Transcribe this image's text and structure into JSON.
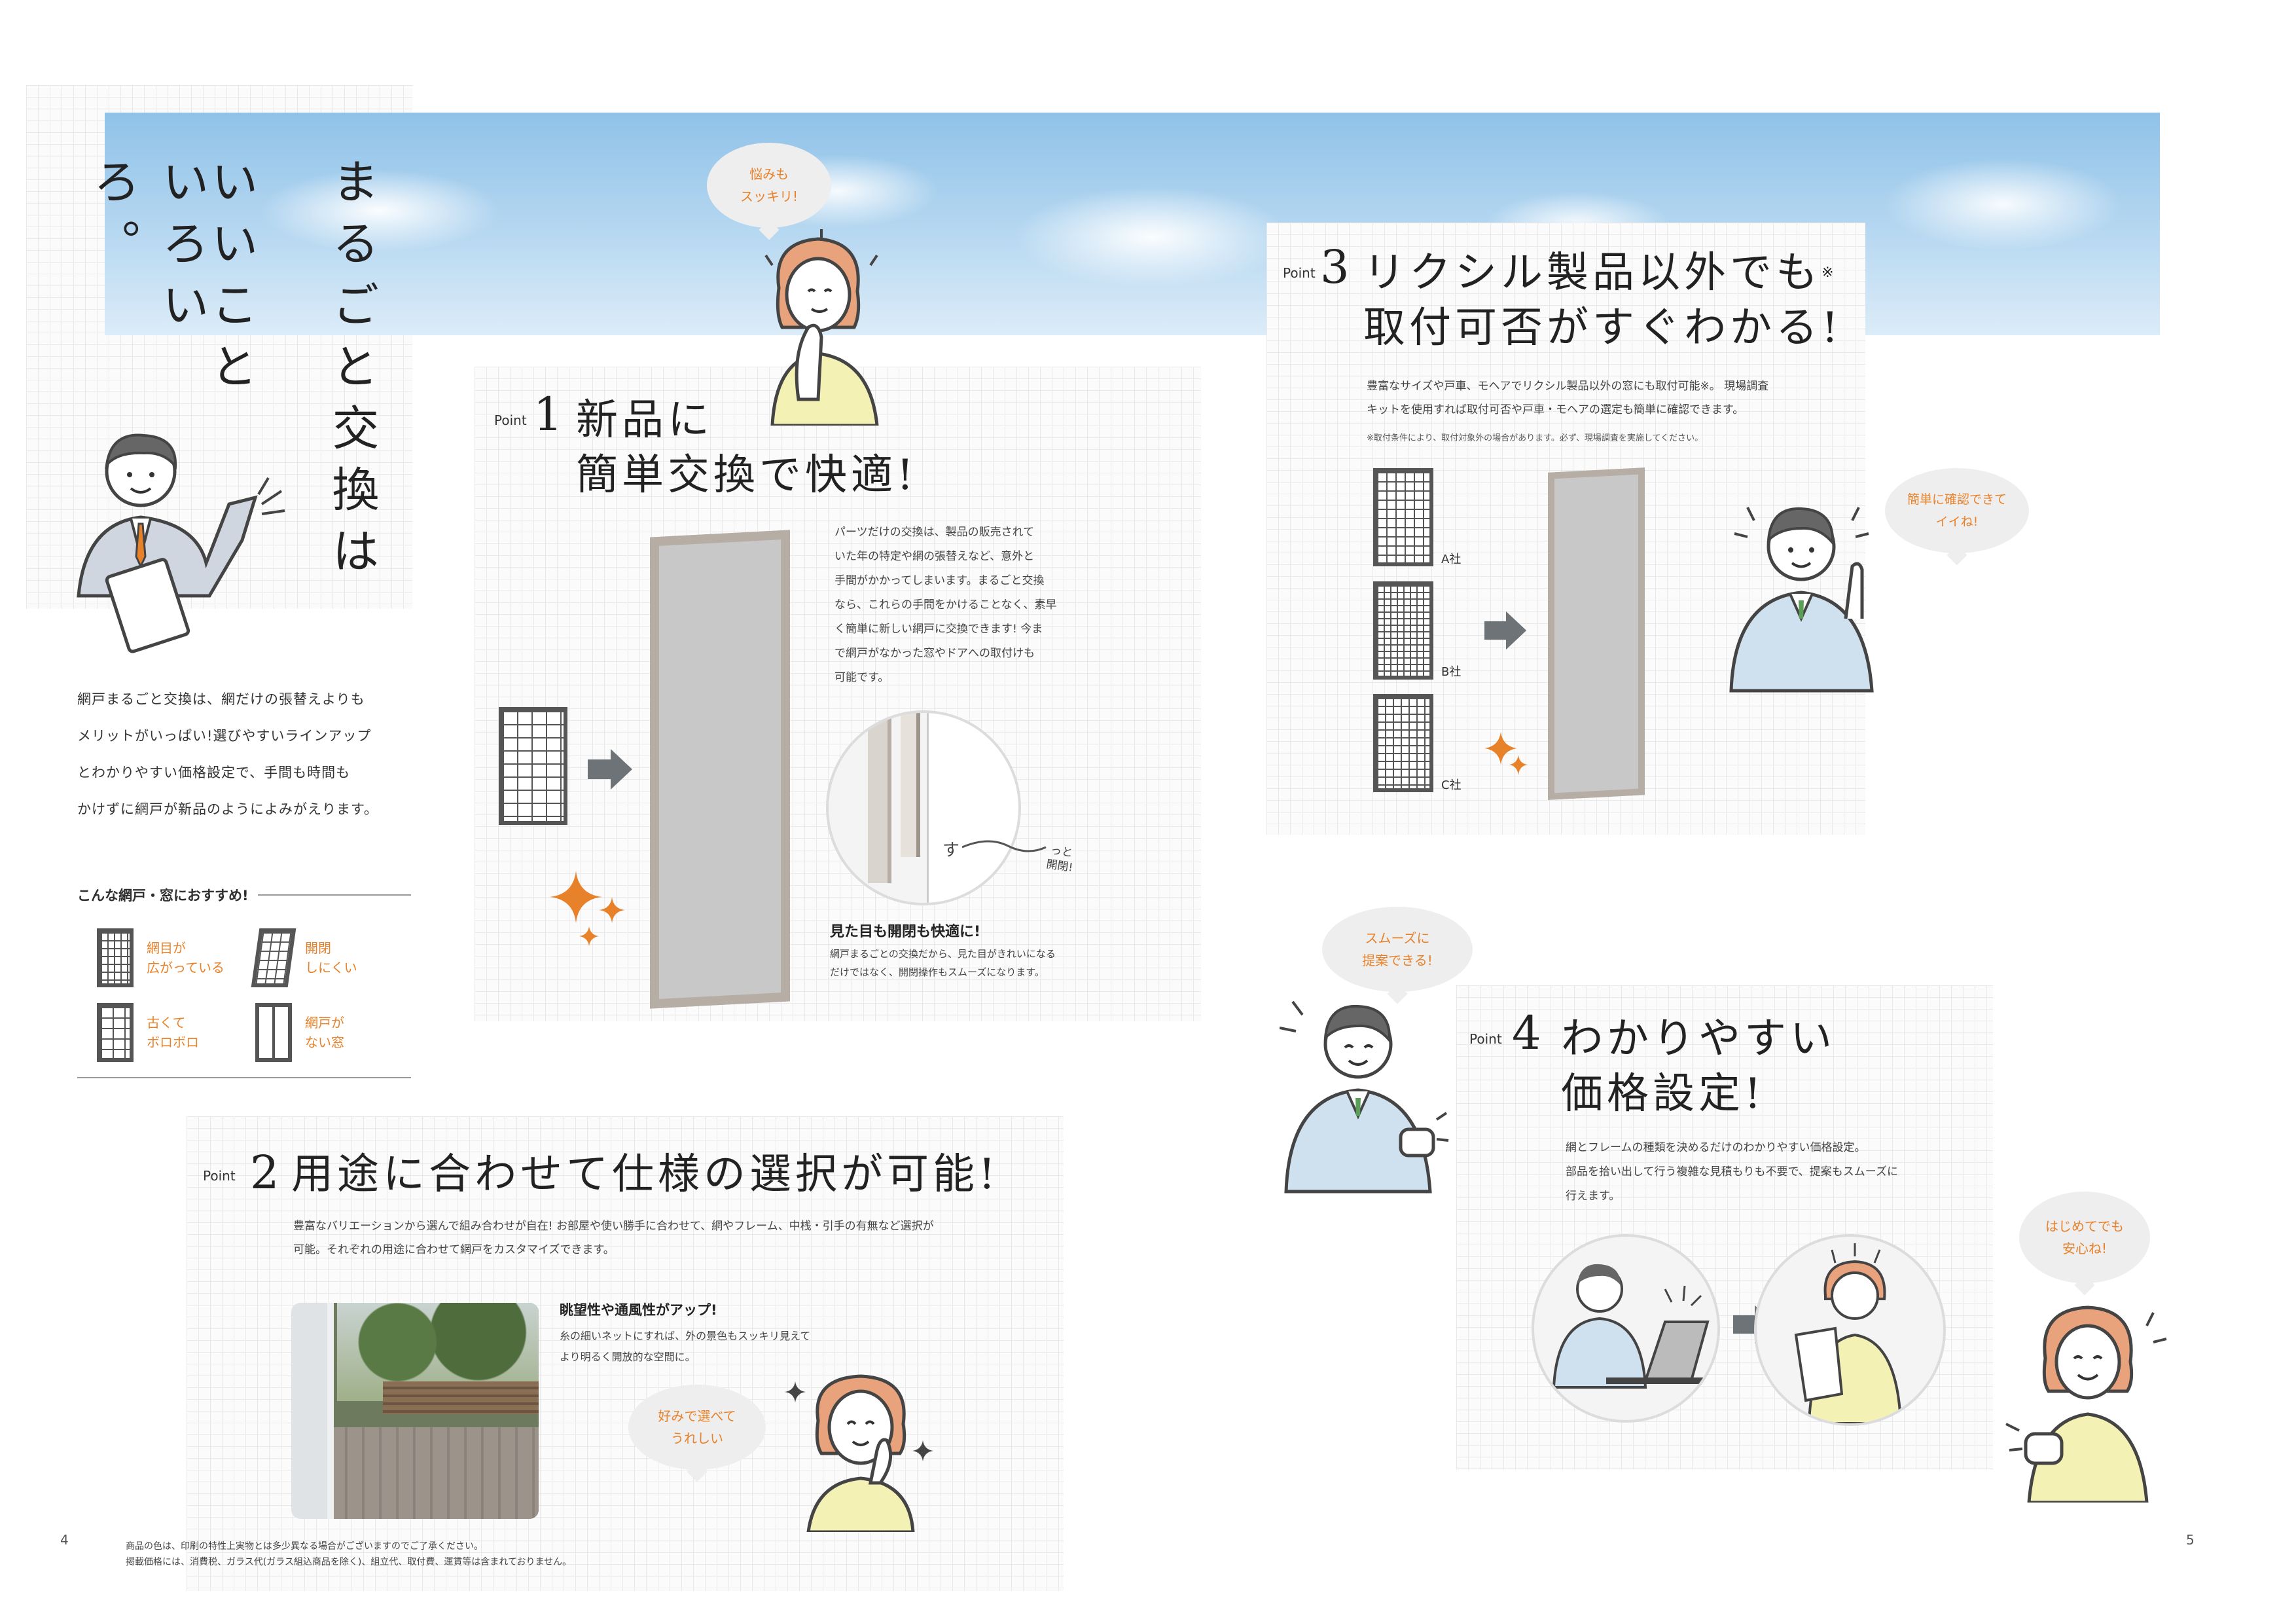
{
  "left": {
    "headline": [
      "まるごと交換は",
      "いいこと",
      "いろいろ。"
    ],
    "intro": [
      "網戸まるごと交換は、網だけの張替えよりも",
      "メリットがいっぱい!選びやすいラインアップ",
      "とわかりやすい価格設定で、手間も時間も",
      "かけずに網戸が新品のようによみがえります。"
    ],
    "reco_title": "こんな網戸・窓におすすめ!",
    "reco": [
      {
        "label": "網目が\n広がっている",
        "icon": "stretched-mesh-icon"
      },
      {
        "label": "開閉\nしにくい",
        "icon": "tilted-screen-icon"
      },
      {
        "label": "古くて\nボロボロ",
        "icon": "worn-screen-icon"
      },
      {
        "label": "網戸が\nない窓",
        "icon": "window-no-screen-icon"
      }
    ],
    "footnote": [
      "商品の色は、印刷の特性上実物とは多少異なる場合がございますのでご了承ください。",
      "掲載価格には、消費税、ガラス代(ガラス組込商品を除く)、組立代、取付費、運賃等は含まれておりません。"
    ],
    "page_no": "4"
  },
  "right_page_no": "5",
  "points": {
    "p1": {
      "label": "Point",
      "num": "1",
      "title": [
        "新品に",
        "簡単交換で快適!"
      ],
      "body": [
        "パーツだけの交換は、製品の販売されて",
        "いた年の特定や網の張替えなど、意外と",
        "手間がかかってしまいます。まるごと交換",
        "なら、これらの手間をかけることなく、素早",
        "く簡単に新しい網戸に交換できます! 今ま",
        "で網戸がなかった窓やドアへの取付けも",
        "可能です。"
      ],
      "bubble": "悩みも\nスッキリ!",
      "sub_title": "見た目も開閉も快適に!",
      "sub_body": [
        "網戸まるごとの交換だから、見た目がきれいになる",
        "だけではなく、開閉操作もスムーズになります。"
      ],
      "slide_a": "す",
      "slide_b": "っと\n開閉!"
    },
    "p2": {
      "label": "Point",
      "num": "2",
      "title": "用途に合わせて仕様の選択が可能!",
      "body": [
        "豊富なバリエーションから選んで組み合わせが自在! お部屋や使い勝手に合わせて、網やフレーム、中桟・引手の有無など選択が",
        "可能。それぞれの用途に合わせて網戸をカスタマイズできます。"
      ],
      "sub_title": "眺望性や通風性がアップ!",
      "sub_body": [
        "糸の細いネットにすれば、外の景色もスッキリ見えて",
        "より明るく開放的な空間に。"
      ],
      "bubble": "好みで選べて\nうれしい"
    },
    "p3": {
      "label": "Point",
      "num": "3",
      "title": [
        "リクシル製品以外でも",
        "取付可否がすぐわかる!"
      ],
      "mark": "※",
      "body": [
        "豊富なサイズや戸車、モヘアでリクシル製品以外の窓にも取付可能※。 現場調査",
        "キットを使用すれば取付可否や戸車・モヘアの選定も簡単に確認できます。"
      ],
      "note": "※取付条件により、取付対象外の場合があります。必ず、現場調査を実施してください。",
      "companies": [
        "A社",
        "B社",
        "C社"
      ],
      "bubble": "簡単に確認できて\nイイね!"
    },
    "p4": {
      "label": "Point",
      "num": "4",
      "title": [
        "わかりやすい",
        "価格設定!"
      ],
      "body": [
        "網とフレームの種類を決めるだけのわかりやすい価格設定。",
        "部品を拾い出して行う複雑な見積もりも不要で、提案もスムーズに",
        "行えます。"
      ],
      "bubble_a": "スムーズに\n提案できる!",
      "bubble_b": "はじめてでも\n安心ね!"
    }
  },
  "colors": {
    "accent": "#e8822a",
    "frame": "#b6ada4",
    "panel": "#c8c8c8",
    "grid_bg": "#fbfbfb",
    "bubble": "#eeeeee"
  }
}
